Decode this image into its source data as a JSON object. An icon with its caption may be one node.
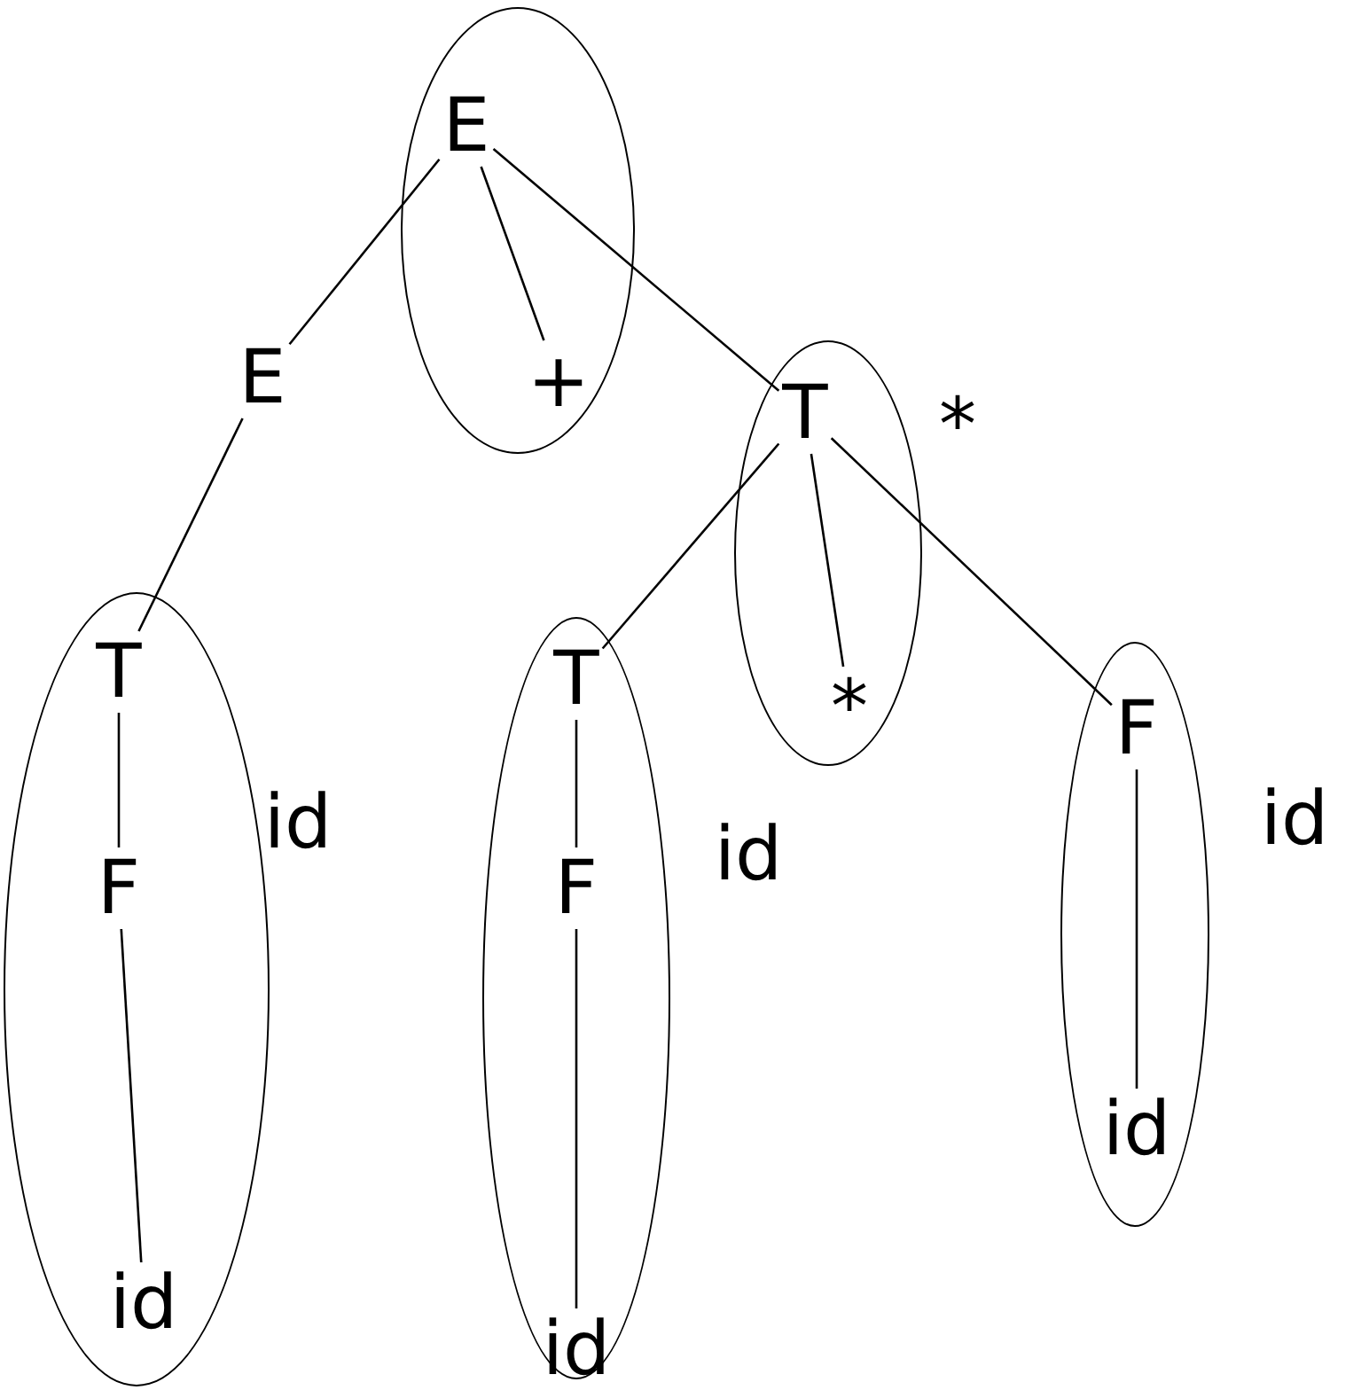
{
  "diagram": {
    "nodes": [
      {
        "text": [],
        "shape": "ellipse"
      },
      {
        "text": [
          "E"
        ],
        "in": 0
      },
      {
        "text": [
          "+"
        ],
        "in": 0
      },
      {
        "text": [
          "E"
        ]
      },
      {
        "text": [],
        "shape": "ellipse"
      },
      {
        "text": [
          "T"
        ],
        "in": 4
      },
      {
        "text": [
          "*"
        ],
        "in": 4
      },
      {
        "text": [],
        "shape": "ellipse"
      },
      {
        "text": [
          "T"
        ],
        "in": 7
      },
      {
        "text": [
          "F"
        ],
        "in": 7
      },
      {
        "text": [
          "id"
        ],
        "in": 7
      },
      {
        "text": [],
        "shape": "ellipse"
      },
      {
        "text": [
          "T"
        ],
        "in": 11
      },
      {
        "text": [
          "F"
        ],
        "in": 11
      },
      {
        "text": [
          "id"
        ],
        "in": 11
      },
      {
        "text": [],
        "shape": "ellipse"
      },
      {
        "text": [
          "F"
        ],
        "in": 15
      },
      {
        "text": [
          "id"
        ],
        "in": 15
      }
    ],
    "edges": [
      {
        "from": 1,
        "to": 3,
        "arrow": "none"
      },
      {
        "from": 1,
        "to": 2,
        "arrow": "none"
      },
      {
        "from": 1,
        "to": 5,
        "arrow": "none"
      },
      {
        "from": 3,
        "to": 8,
        "arrow": "none"
      },
      {
        "from": 5,
        "to": 12,
        "arrow": "none"
      },
      {
        "from": 5,
        "to": 6,
        "arrow": "none"
      },
      {
        "from": 5,
        "to": 16,
        "arrow": "none"
      },
      {
        "from": 8,
        "to": 9,
        "arrow": "none"
      },
      {
        "from": 9,
        "to": 10,
        "arrow": "none"
      },
      {
        "from": 12,
        "to": 13,
        "arrow": "none"
      },
      {
        "from": 13,
        "to": 14,
        "arrow": "none"
      },
      {
        "from": 16,
        "to": 17,
        "arrow": "none"
      }
    ],
    "labels": [
      "*",
      "id",
      "id",
      "id"
    ]
  }
}
